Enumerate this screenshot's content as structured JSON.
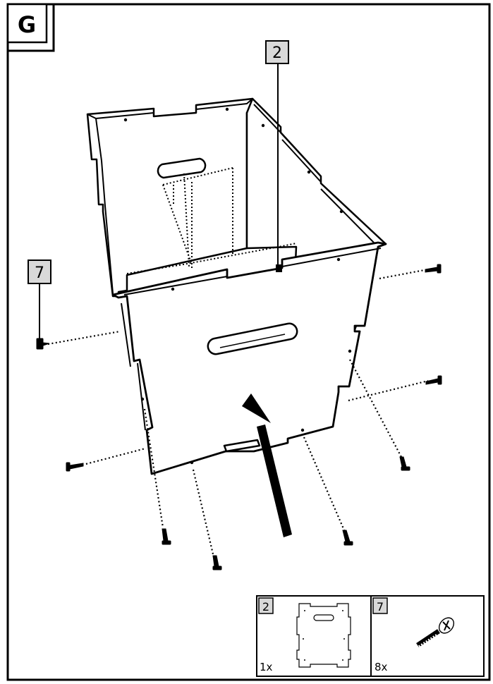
{
  "step": {
    "letter": "G"
  },
  "callouts": [
    {
      "part": "2"
    },
    {
      "part": "7"
    }
  ],
  "parts_list": [
    {
      "part": "2",
      "quantity": "1x"
    },
    {
      "part": "7",
      "quantity": "8x"
    }
  ]
}
